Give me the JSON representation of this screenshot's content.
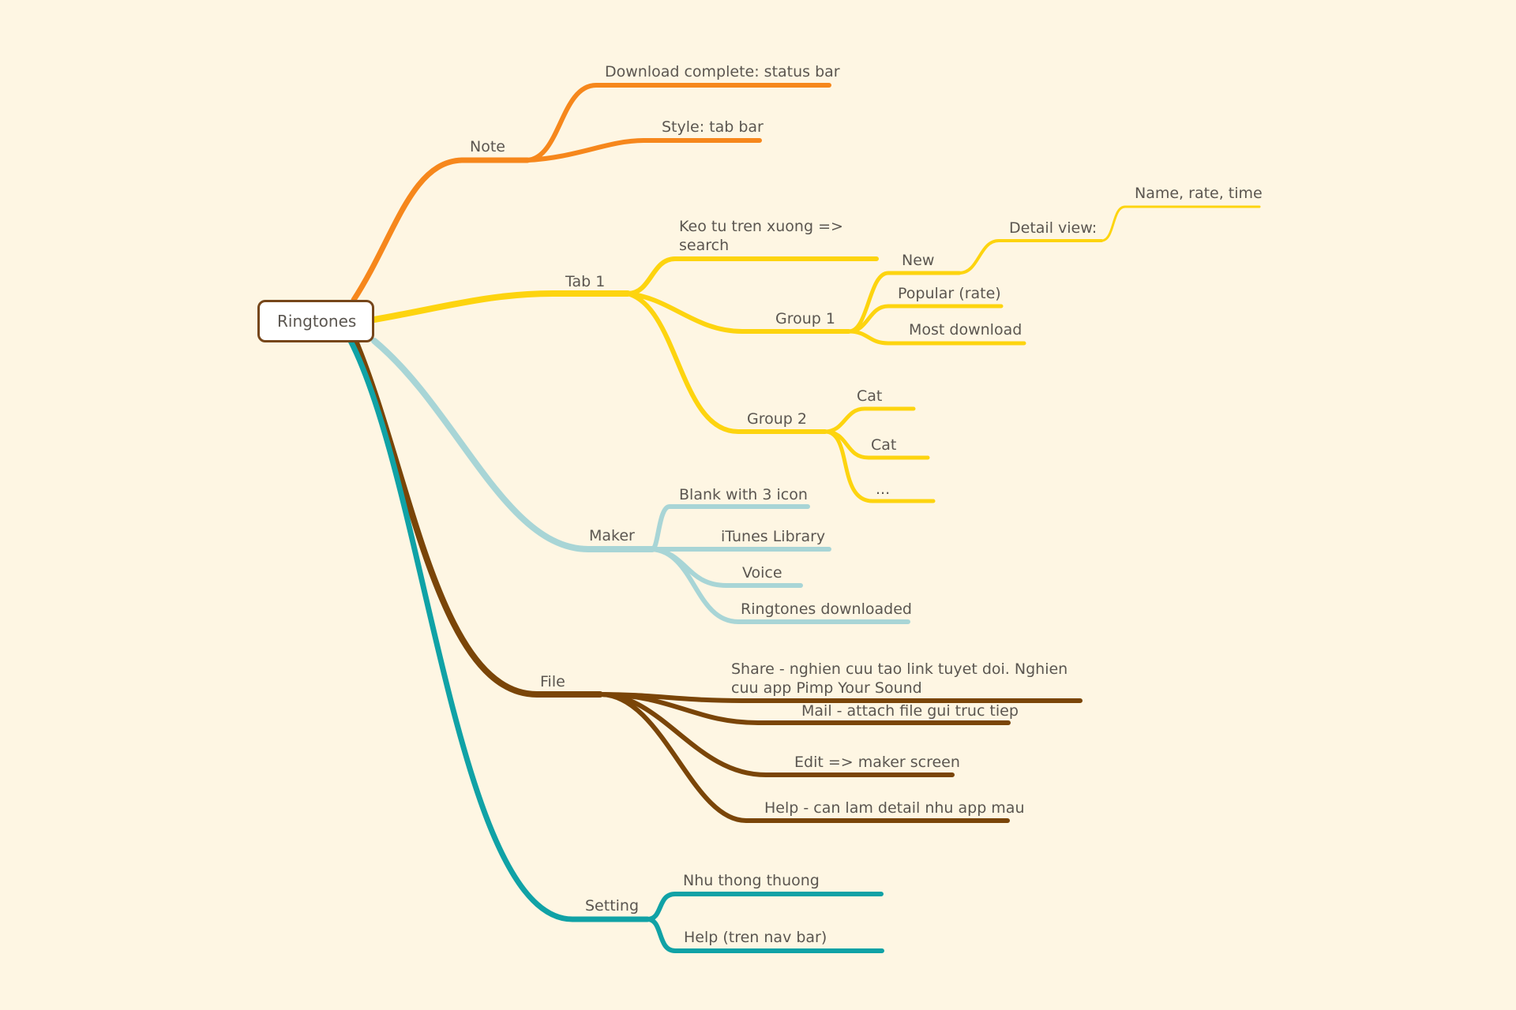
{
  "colors": {
    "background": "#FEF6E3",
    "text": "#5b5650",
    "root_border": "#76461A",
    "note": "#F6871C",
    "tab": "#FDD40F",
    "maker": "#A8D5D6",
    "file": "#7A4508",
    "setting": "#10A2A6"
  },
  "root": {
    "label": "Ringtones"
  },
  "branches": {
    "note": {
      "label": "Note",
      "children": [
        "Download complete: status bar",
        "Style: tab bar"
      ]
    },
    "tab1": {
      "label": "Tab 1",
      "search": "Keo tu tren xuong => search",
      "group1": {
        "label": "Group 1",
        "new": "New",
        "detail_view": "Detail view:",
        "detail_fields": "Name, rate, time",
        "popular": "Popular (rate)",
        "most_download": "Most download"
      },
      "group2": {
        "label": "Group 2",
        "children": [
          "Cat",
          "Cat",
          "..."
        ]
      }
    },
    "maker": {
      "label": "Maker",
      "children": [
        "Blank with 3 icon",
        "iTunes Library",
        "Voice",
        "Ringtones downloaded"
      ]
    },
    "file": {
      "label": "File",
      "children": [
        "Share - nghien cuu tao link tuyet doi. Nghien cuu app Pimp Your Sound",
        "Mail - attach file gui truc tiep",
        "Edit => maker screen",
        "Help - can lam detail nhu app mau"
      ]
    },
    "setting": {
      "label": "Setting",
      "children": [
        "Nhu thong thuong",
        "Help (tren nav bar)"
      ]
    }
  }
}
